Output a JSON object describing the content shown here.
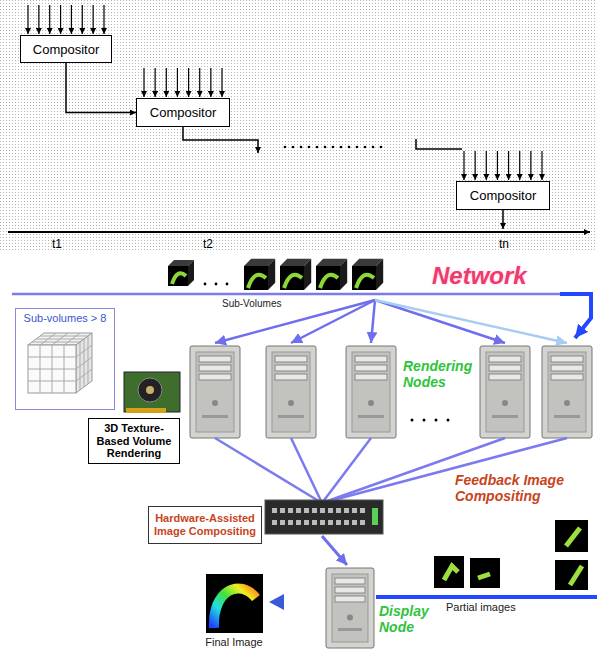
{
  "diagram": {
    "nodes": [
      {
        "text": [
          "Compositor"
        ]
      },
      {
        "text": [
          "Compositor"
        ]
      },
      {
        "text": [
          "Compositor"
        ]
      },
      {
        "text": [
          "Sub-volumes > 8"
        ]
      },
      {
        "text": [
          "3D Texture-Based Volume Rendering"
        ]
      },
      {
        "text": [
          "Hardware-Assisted Image Compositing"
        ]
      }
    ],
    "edges": [
      {
        "from": 0,
        "to": 1,
        "arrow": "to"
      }
    ],
    "labels": [
      "t1",
      "t2",
      "tn",
      "Network",
      "Sub-Volumes",
      "Rendering Nodes",
      "Feedback Image Compositing",
      "Display Node",
      "Partial images",
      "Final Image"
    ]
  }
}
